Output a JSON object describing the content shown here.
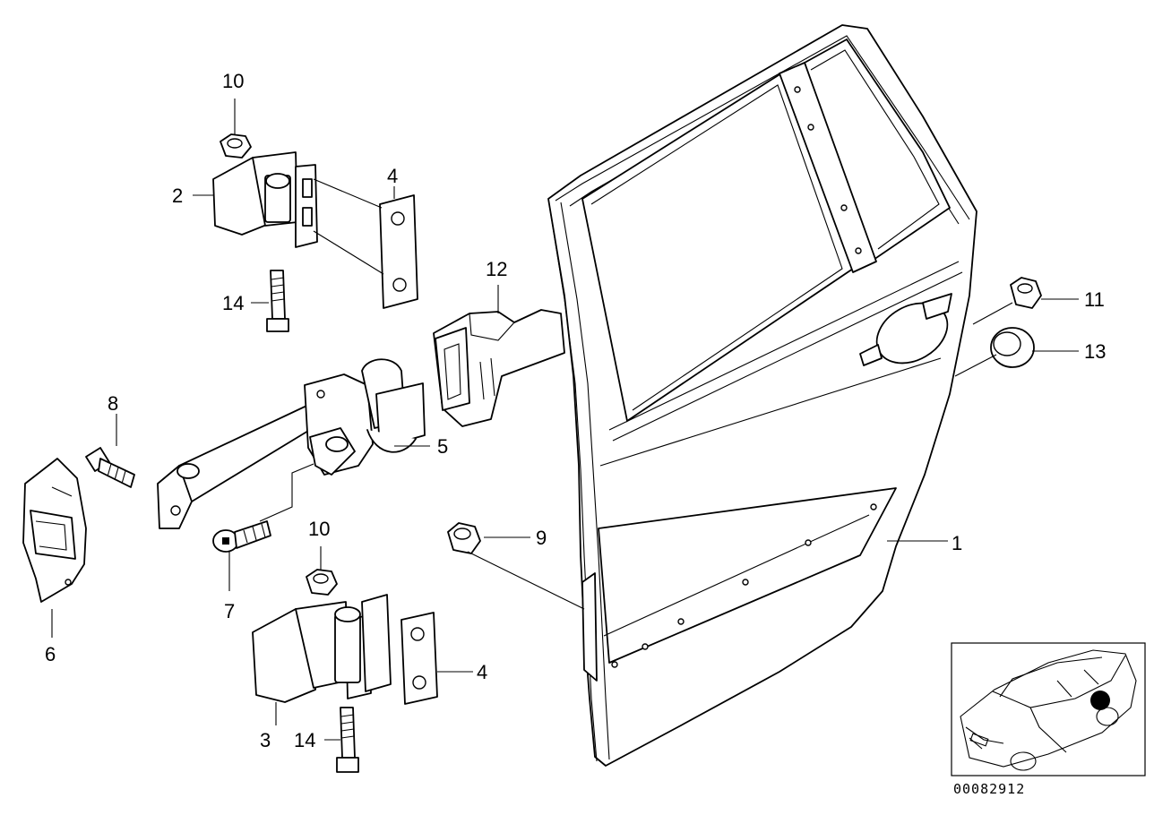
{
  "diagram": {
    "callouts": [
      {
        "id": "c1",
        "label": "1"
      },
      {
        "id": "c2",
        "label": "2"
      },
      {
        "id": "c3",
        "label": "3"
      },
      {
        "id": "c4a",
        "label": "4"
      },
      {
        "id": "c4b",
        "label": "4"
      },
      {
        "id": "c5",
        "label": "5"
      },
      {
        "id": "c6",
        "label": "6"
      },
      {
        "id": "c7",
        "label": "7"
      },
      {
        "id": "c8",
        "label": "8"
      },
      {
        "id": "c9",
        "label": "9"
      },
      {
        "id": "c10a",
        "label": "10"
      },
      {
        "id": "c10b",
        "label": "10"
      },
      {
        "id": "c11",
        "label": "11"
      },
      {
        "id": "c12",
        "label": "12"
      },
      {
        "id": "c13",
        "label": "13"
      },
      {
        "id": "c14a",
        "label": "14"
      },
      {
        "id": "c14b",
        "label": "14"
      }
    ],
    "reference_number": "00082912"
  }
}
